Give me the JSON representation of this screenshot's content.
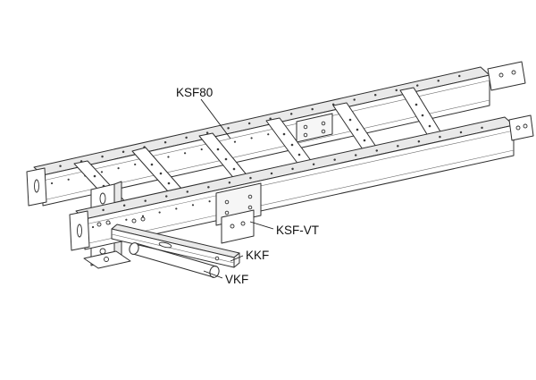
{
  "canvas": {
    "background": "#ffffff",
    "line_color": "#2f2f2f"
  },
  "diagram": {
    "labels": {
      "ksf80": {
        "text": "KSF80"
      },
      "ksf_vt": {
        "text": "KSF-VT"
      },
      "kkf": {
        "text": "KKF"
      },
      "vkf": {
        "text": "VKF"
      }
    }
  }
}
